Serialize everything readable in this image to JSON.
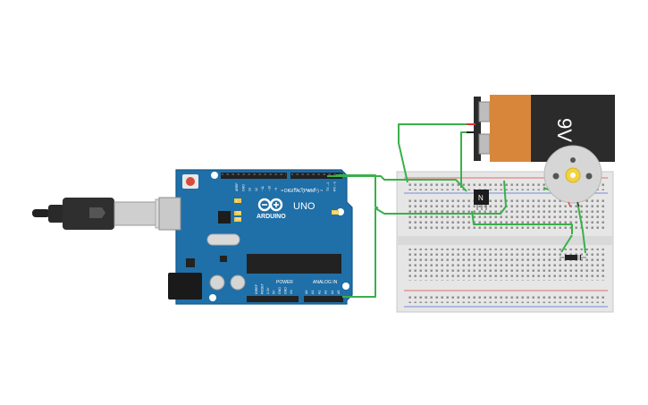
{
  "arduino": {
    "brand": "ARDUINO",
    "model": "UNO",
    "digital_label": "DIGITAL (PWM~)",
    "power_label": "POWER",
    "analog_label": "ANALOG IN",
    "digital_pins": [
      "AREF",
      "GND",
      "13",
      "12",
      "~11",
      "~10",
      "~9",
      "8",
      "7",
      "~6",
      "~5",
      "4",
      "~3",
      "2",
      "TX→1",
      "RX←0"
    ],
    "power_pins": [
      "IOREF",
      "RESET",
      "3.3V",
      "5V",
      "GND",
      "GND",
      "Vin"
    ],
    "analog_pins": [
      "A0",
      "A1",
      "A2",
      "A3",
      "A4",
      "A5"
    ],
    "led_labels": [
      "L",
      "TX",
      "RX"
    ],
    "on_label": "ON"
  },
  "battery": {
    "label": "9V"
  },
  "transistor": {
    "label": "N"
  },
  "colors": {
    "board": "#1f6fa8",
    "wire": "#3ab04b",
    "battery_copper": "#d8873a",
    "battery_black": "#2b2b2b",
    "breadboard": "#e6e6e6",
    "rail_red": "#d44",
    "rail_blue": "#4a6fd4"
  },
  "icons": [
    "usb-cable-icon",
    "motor-icon",
    "diode-icon",
    "transistor-icon",
    "battery-icon"
  ]
}
